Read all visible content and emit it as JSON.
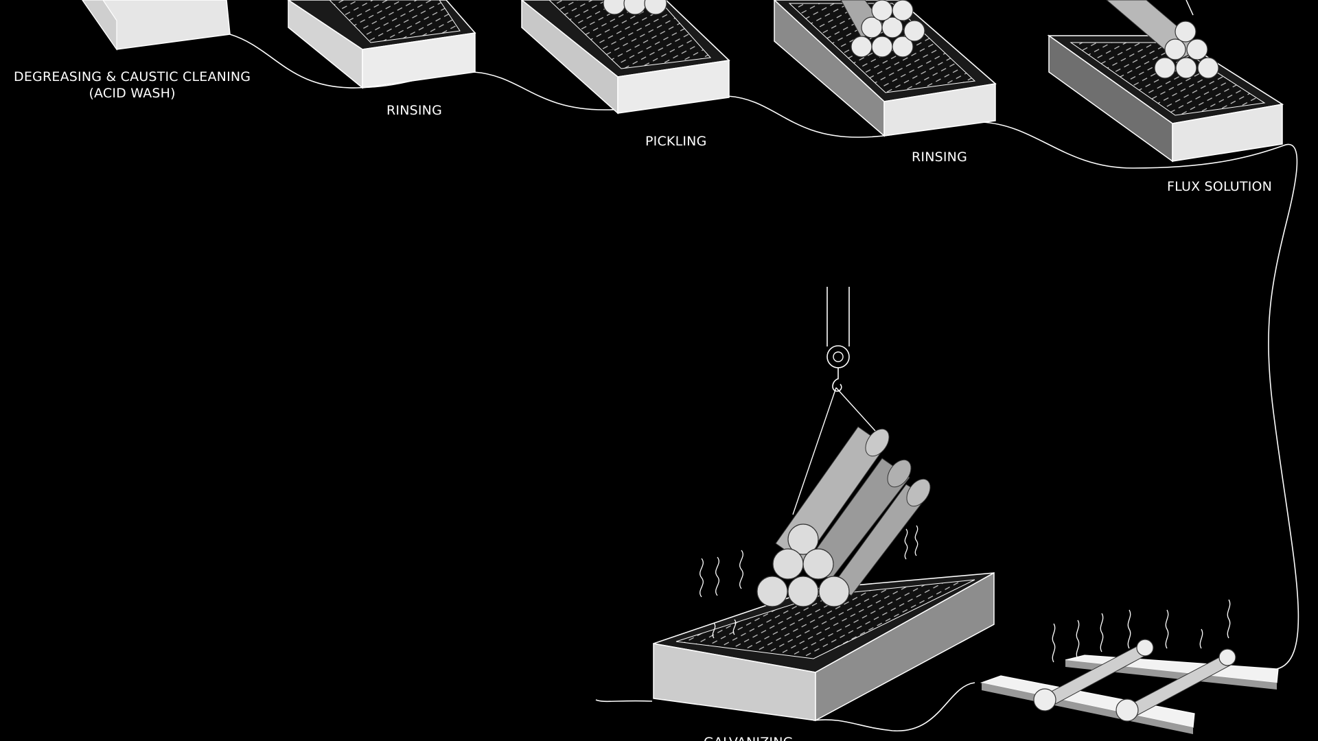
{
  "diagram": {
    "stages": [
      {
        "id": "degreasing",
        "line1": "DEGREASING & CAUSTIC CLEANING",
        "line2": "(ACID WASH)"
      },
      {
        "id": "rinsing-1",
        "line1": "RINSING"
      },
      {
        "id": "pickling",
        "line1": "PICKLING"
      },
      {
        "id": "rinsing-2",
        "line1": "RINSING"
      },
      {
        "id": "flux",
        "line1": "FLUX SOLUTION"
      },
      {
        "id": "galvanizing",
        "line1": "GALVANIZING"
      }
    ],
    "colors": {
      "background": "#000000",
      "line": "#ffffff",
      "tank_top": "#1a1a1a",
      "tank_side_light": "#e6e6e6",
      "tank_side_dark": "#8a8a8a",
      "pipe_light": "#d9d9d9",
      "pipe_mid": "#a8a8a8"
    }
  }
}
